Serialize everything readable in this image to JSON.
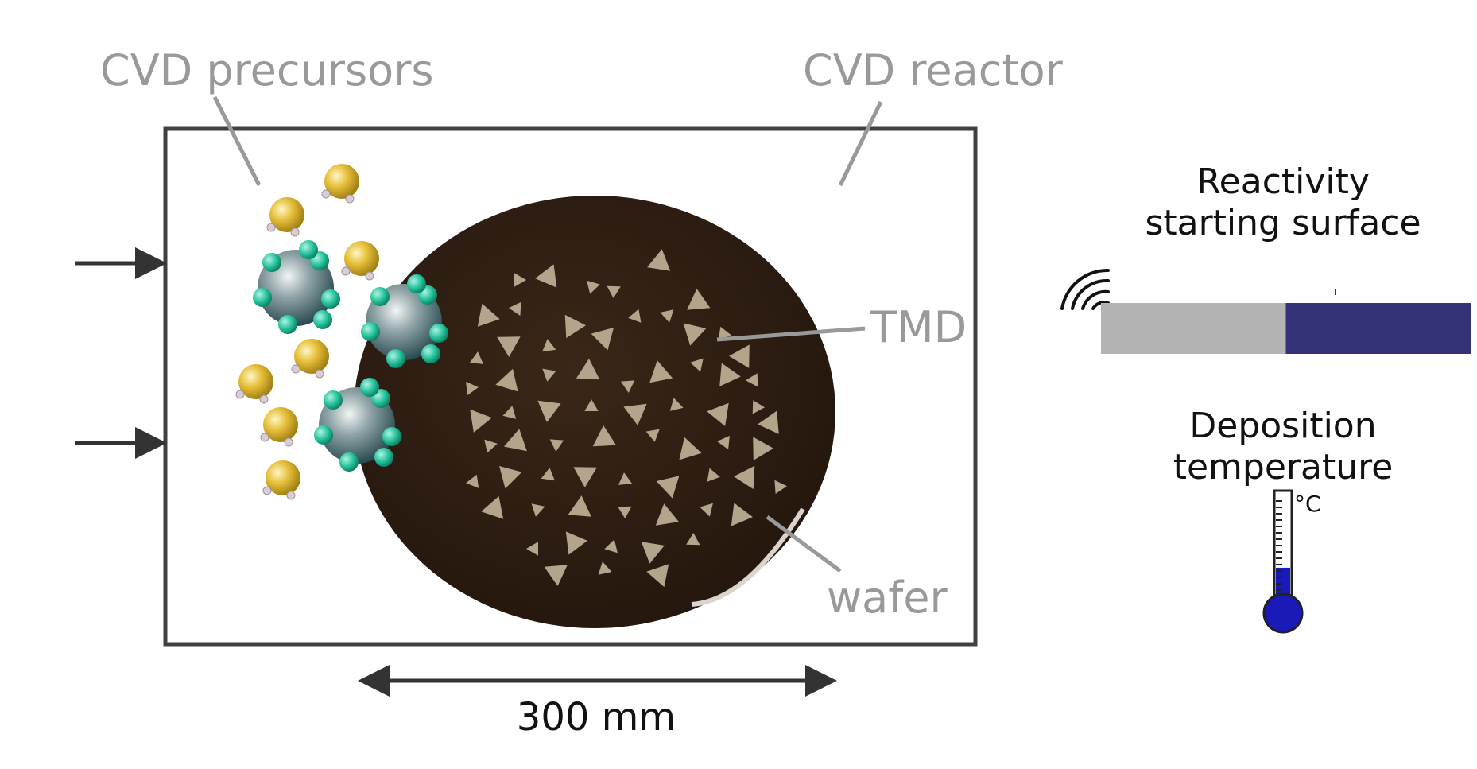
{
  "labels": {
    "precursors": "CVD precursors",
    "reactor": "CVD reactor",
    "tmd": "TMD",
    "wafer": "wafer",
    "dimension": "300 mm",
    "reactivity_line1": "Reactivity",
    "reactivity_line2": "starting surface",
    "deposition_line1": "Deposition",
    "deposition_line2": "temperature",
    "celsius": "°C"
  },
  "indicators": {
    "reactivity_level": 0.5,
    "thermometer_level": 0.35
  },
  "colors": {
    "annotation_gray": "#999999",
    "wafer": "#2e1d12",
    "tmd_flake": "#b3a58c",
    "indicator_navy": "#34337a",
    "indicator_gray": "#b3b3b3",
    "thermometer_blue": "#1a1ab8",
    "frame": "#404040"
  },
  "icons": [
    "signal-waves-icon",
    "thermometer-icon",
    "precursor-molecule-icon"
  ]
}
